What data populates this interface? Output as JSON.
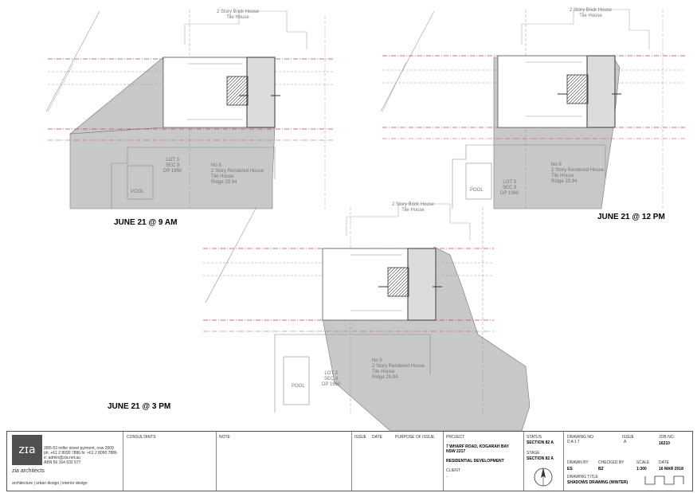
{
  "plans": [
    {
      "caption": "JUNE 21 @ 9 AM",
      "top_house": [
        "2 Story Brick House",
        "Tile House"
      ],
      "lot": [
        "LOT 3",
        "SEC 8",
        "DP 1960"
      ],
      "pool": "POOL",
      "neighbour": [
        "No 9",
        "2 Story Rendered House",
        "Tile House",
        "Ridge 29.94"
      ]
    },
    {
      "caption": "JUNE 21 @ 12 PM",
      "top_house": [
        "2 Story Brick House",
        "Tile House"
      ],
      "lot": [
        "LOT 3",
        "SEC 8",
        "DP 1960"
      ],
      "pool": "POOL",
      "neighbour": [
        "No 9",
        "2 Story Rendered House",
        "Tile House",
        "Ridge 29.94"
      ]
    },
    {
      "caption": "JUNE 21 @ 3 PM",
      "top_house": [
        "2 Story Brick House",
        "Tile House"
      ],
      "lot": [
        "LOT 3",
        "SEC 8",
        "DP 1960"
      ],
      "pool": "POOL",
      "neighbour": [
        "No 9",
        "2 Story Rendered House",
        "Tile House",
        "Ridge 29.94"
      ]
    }
  ],
  "title_block": {
    "logo": "zɪa",
    "address": [
      "3/85-53 miller street pyrmont, nsw 2009",
      "ph: +61 2 8090 7886 fx: +61 2 8090 7886",
      "e: admin@zia.net.au",
      "ABN 56 164 632 577"
    ],
    "firm": "zia architects",
    "disciplines": "architecture | urban design | interior design",
    "consultants_label": "CONSULTANTS",
    "note_label": "NOTE",
    "issue_label": "ISSUE",
    "date_label": "DATE",
    "purpose_label": "PURPOSE OF ISSUE",
    "project_label": "PROJECT",
    "project": [
      "7 WHARF ROAD, KOGARAH BAY",
      "NSW 2217"
    ],
    "development": "RESIDENTIAL DEVELOPMENT",
    "client_label": "CLIENT",
    "client": "-",
    "status_label": "STATUS",
    "status": "SECTION 82 A",
    "stage_label": "STAGE",
    "stage": "SECTION 82 A",
    "drawing_no_label": "DRAWING NO.",
    "drawing_no": "DA17",
    "issue_no_label": "ISSUE",
    "issue_no": "A",
    "job_no_label": "JOB NO.",
    "job_no": "16210",
    "drawn_by_label": "DRAWN BY",
    "drawn_by": "ES",
    "checked_by_label": "CHECKED BY",
    "checked_by": "BZ",
    "scale_label": "SCALE",
    "scale": "1:300",
    "date2_label": "DATE",
    "date2": "16 MAR 2018",
    "drawing_title_label": "DRAWING TITLE",
    "drawing_title": "SHADOWS DRAWING (WINTER)"
  },
  "colors": {
    "shadow": "#c8c8c8",
    "building": "#555555",
    "boundary": "#c0405a",
    "linework": "#888888"
  }
}
